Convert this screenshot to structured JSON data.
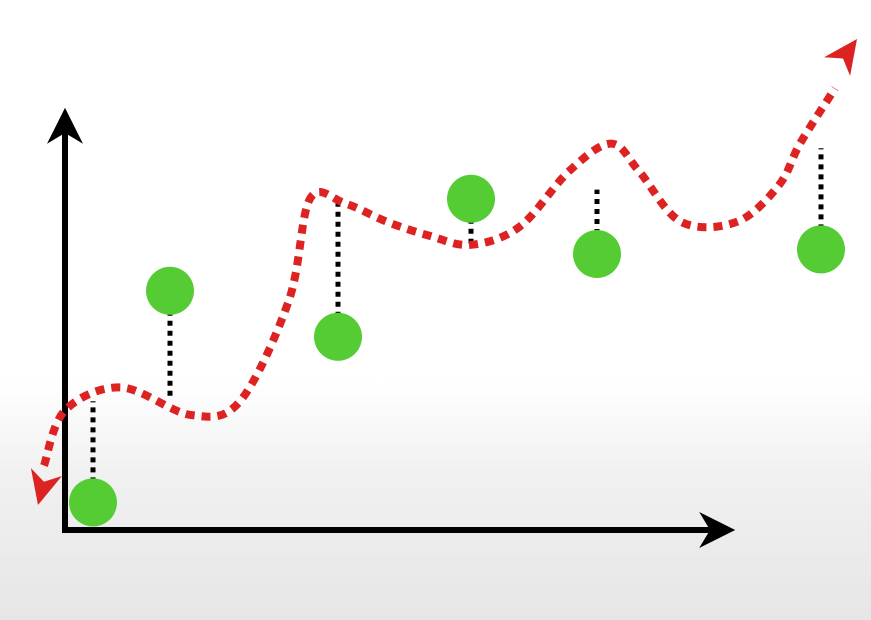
{
  "chart_data": {
    "type": "scatter",
    "title": "",
    "xlabel": "",
    "ylabel": "",
    "xlim": [
      0,
      10
    ],
    "ylim": [
      0,
      10
    ],
    "grid": false,
    "points": [
      {
        "x": 0.4,
        "y": 0.6,
        "fit": 2.8
      },
      {
        "x": 1.5,
        "y": 5.2,
        "fit": 2.9
      },
      {
        "x": 3.9,
        "y": 4.2,
        "fit": 7.1
      },
      {
        "x": 5.8,
        "y": 7.2,
        "fit": 6.2
      },
      {
        "x": 7.6,
        "y": 6.0,
        "fit": 7.4
      },
      {
        "x": 10.8,
        "y": 6.1,
        "fit": 8.3
      }
    ],
    "fit_curve": {
      "name": "",
      "style": "dotted",
      "arrows": "both-ends",
      "x": [
        -0.3,
        0.0,
        0.8,
        1.8,
        2.5,
        3.2,
        3.5,
        4.0,
        4.6,
        5.2,
        5.8,
        6.5,
        7.2,
        7.8,
        8.2,
        8.8,
        9.6,
        10.2,
        10.5,
        11.0
      ],
      "y": [
        1.4,
        2.6,
        3.1,
        2.5,
        2.8,
        5.0,
        7.2,
        7.1,
        6.7,
        6.4,
        6.2,
        6.6,
        7.8,
        8.4,
        7.8,
        6.7,
        6.7,
        7.5,
        8.4,
        9.6
      ]
    },
    "colors": {
      "axes": "#000000",
      "points": "#55cc33",
      "curve": "#dd2222",
      "residuals": "#000000"
    }
  }
}
